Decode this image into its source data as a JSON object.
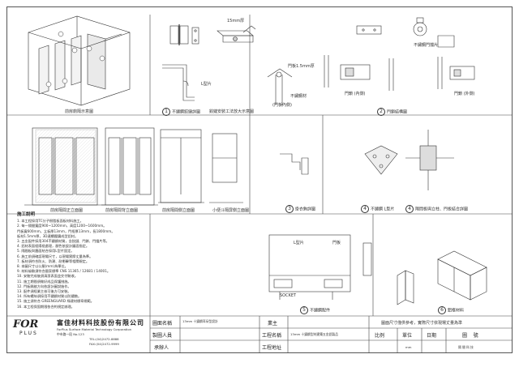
{
  "views": {
    "v1": {
      "label": "前房廁隔示意圖"
    },
    "v2": {
      "num": "1",
      "label": "不鏽鋼鉸鏈詳圖"
    },
    "v3": {
      "label": "鉸鏈安裝工法放大示意圖"
    },
    "v4": {
      "num": "2",
      "label": "門鎖結構圖"
    },
    "v5": {
      "label": "前房隔間正立面圖"
    },
    "v6": {
      "label": "前房隔間背立面圖"
    },
    "v7": {
      "label": "前房隔間側立面圖"
    },
    "v8": {
      "label": "小便斗隔屏側立面圖"
    },
    "v9": {
      "num": "3",
      "label": "掛衣鉤詳圖"
    },
    "v10": {
      "num": "4",
      "label": "不鏽鋼 L型片"
    },
    "v11": {
      "num": "4",
      "label": "隔間板與立柱、門板結合詳圖"
    },
    "v12": {
      "num": "5",
      "label": "不鏽鋼配件"
    },
    "v13": {
      "num": "6",
      "label": "鋁框材料"
    }
  },
  "callouts": {
    "c1": "15mm厚",
    "c2": "門板1.5mm厚",
    "c3": "不鏽鋼材",
    "c4": "L型片",
    "c5": "不鏽鋼門擋片",
    "c6": "門鎖 (內側)",
    "c7": "門鎖 (外側)",
    "c8": "(門板內側)",
    "c9": "SOCKET",
    "c10": "L型片",
    "c11": "門板"
  },
  "notes": {
    "title": "施工說明",
    "items": [
      "1. 本工程採用TC分子樹脂板面板材料施工。",
      "2. 每一隔間寬度900~1200mm，高度1200~1600mm。",
      "   門板寬600mm，立板厚13mm，門框厚13mm，長1800mm。",
      "   板材1.5mm厚，3D連續壓鑄成型鋁材。",
      "3. 五金配件採用304不鏽鋼材質，含鉸鏈、門鎖、門擋片等。",
      "4. 鋁材表面經陽極處理，顏色依設計圖面指定。",
      "5. 隔間板與牆面結合採用L型片固定。",
      "6. 施工前須確認現場尺寸，以現場實際丈量為準。",
      "7. 板材須符合防火、防潮、耐衝擊等相關規定。",
      "8. 本圖尺寸以公厘(mm)為單位。",
      "9. 材料檢驗須符合國家標準 CNS 11365 / 12681 / 14001。",
      "10. 安裝完成後須清潔表面並交付驗收。",
      "11. 施工期間須做好成品保護措施。",
      "12. 門板開啟方向依設計圖說施作。",
      "13. 配件須經業主核可後方可安裝。",
      "14. 所有螺絲須採用不鏽鋼材質以防鏽蝕。",
      "15. 施工須符合 GREENGUARD 綠建材標章規範。",
      "16. 本工程保固期限依合約規定辦理。"
    ]
  },
  "titleblock": {
    "company_cn": "富佳材料科技股份有限公司",
    "company_en": "ForPlus Surface Material Technology Corporation",
    "company_addr": "中市路一段 No.123",
    "company_tel": "TEL:(04)2472-8888",
    "company_fax": "FAX:(04)2472-9999",
    "logo_text": "FOR",
    "logo_sub": "PLUS",
    "drawing_name_label": "圖面名稱",
    "drawing_name_value": "13mm 十鏽鋼耳朵型設計",
    "drafter_label": "製圖人員",
    "contractor_label": "承辦人",
    "owner_label": "業主",
    "project_name_label": "工程名稱",
    "project_name_value": "13mm 十鏽鋼型材建築五金鋁製品",
    "project_addr_label": "工程地址",
    "note_text": "圖面尺寸僅供參考，實際尺寸依現場丈量為準",
    "scale_label": "比例",
    "unit_label": "單位",
    "date_label": "日期",
    "sheet_label": "圖",
    "sheet_label2": "號",
    "unit_value": "mm",
    "sheet_value": "隔  間  科  技"
  }
}
